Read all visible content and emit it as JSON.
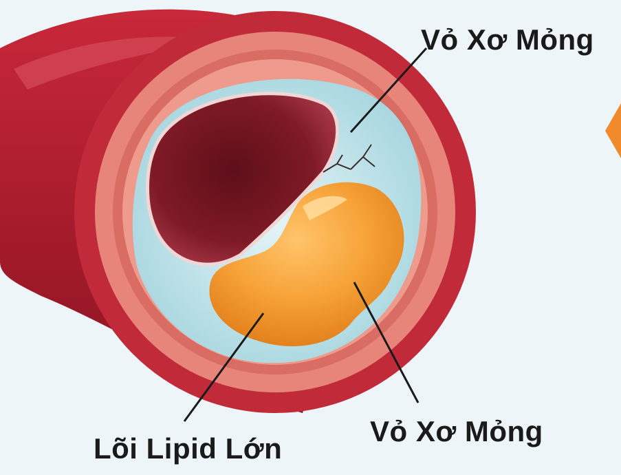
{
  "labels": {
    "top_right": "Vỏ Xơ Mỏng",
    "bottom_right": "Vỏ Xơ Mỏng",
    "bottom_left": "Lõi Lipid Lớn"
  },
  "colors": {
    "background": "#eef5f8",
    "artery_outer": "#b31f2e",
    "artery_wall": "#e27a6e",
    "fibrous_cap": "#bfe3ea",
    "lumen": "#7a1622",
    "lipid_core": "#f29a2e",
    "accent_arrow": "#f08a2a"
  }
}
